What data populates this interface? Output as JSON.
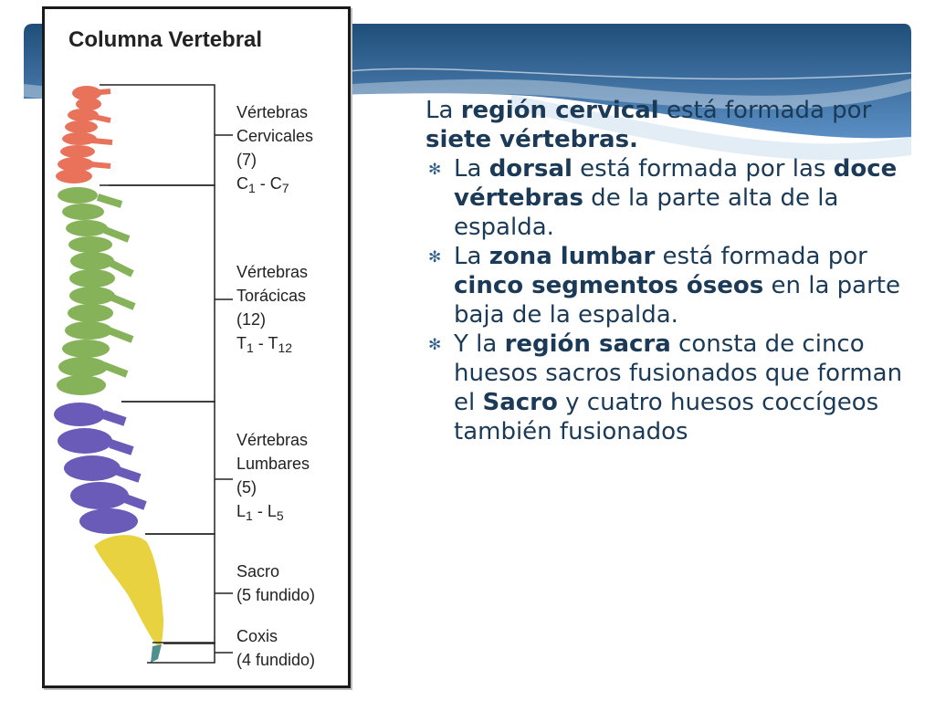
{
  "colors": {
    "banner_dark": "#1f4e79",
    "banner_light": "#5b8fc4",
    "text": "#1b3a57",
    "cervical": "#e8725a",
    "thoracic": "#86b35a",
    "lumbar": "#6b5bb8",
    "sacrum": "#e8d23f",
    "coccyx": "#4f8f8f"
  },
  "icons": {
    "bullet": "asterisk-icon"
  },
  "figure": {
    "title": "Columna Vertebral",
    "segments": [
      {
        "name": "Vértebras",
        "name2": "Cervicales",
        "count": "(7)",
        "range_a": "C",
        "sub_a": "1",
        "sep": " - ",
        "range_b": "C",
        "sub_b": "7"
      },
      {
        "name": "Vértebras",
        "name2": "Torácicas",
        "count": "(12)",
        "range_a": "T",
        "sub_a": "1",
        "sep": " - ",
        "range_b": "T",
        "sub_b": "12"
      },
      {
        "name": "Vértebras",
        "name2": "Lumbares",
        "count": "(5)",
        "range_a": "L",
        "sub_a": "1",
        "sep": " - ",
        "range_b": "L",
        "sub_b": "5"
      },
      {
        "name": "Sacro",
        "count": "(5 fundido)"
      },
      {
        "name": "Coxis",
        "count": "(4 fundido)"
      }
    ]
  },
  "text": {
    "intro": {
      "a": "La ",
      "b": "región cervical",
      "c": " está formada por ",
      "d": "siete vértebras."
    },
    "bullets": [
      {
        "t1": "La ",
        "b1": "dorsal",
        "t2": " está formada por las ",
        "b2": "doce vértebras",
        "t3": " de la parte alta de la espalda."
      },
      {
        "t1": "La ",
        "b1": "zona lumbar",
        "t2": " está formada por ",
        "b2": "cinco segmentos óseos",
        "t3": " en la parte baja de la espalda."
      },
      {
        "t1": "Y la ",
        "b1": "región sacra",
        "t2": " consta de cinco huesos sacros fusionados que forman el ",
        "b2": "Sacro",
        "t3": " y cuatro huesos coccígeos también fusionados"
      }
    ]
  }
}
